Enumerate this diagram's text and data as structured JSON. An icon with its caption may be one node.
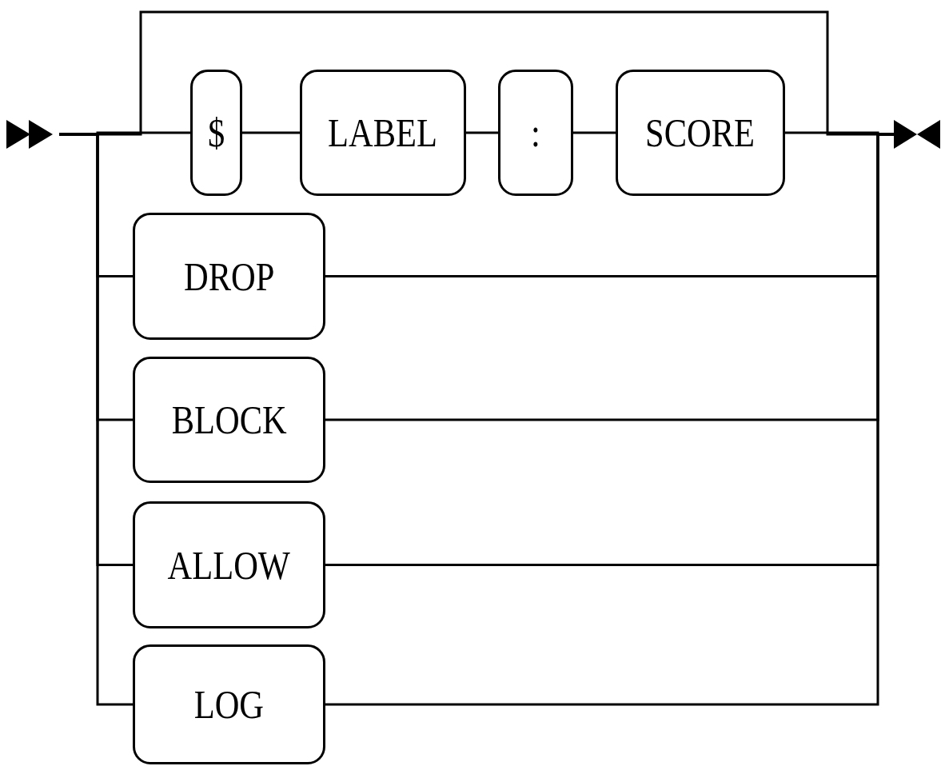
{
  "diagram": {
    "nodes": [
      {
        "text": [],
        "shape": "triangle"
      },
      {
        "text": [
          "$"
        ]
      },
      {
        "text": [
          "LABEL"
        ]
      },
      {
        "text": [
          ":"
        ]
      },
      {
        "text": [
          "SCORE"
        ]
      },
      {
        "text": [],
        "shape": "triangle"
      },
      {
        "text": [
          "DROP"
        ]
      },
      {
        "text": [
          "BLOCK"
        ]
      },
      {
        "text": [
          "ALLOW"
        ]
      },
      {
        "text": [
          "LOG"
        ]
      }
    ],
    "edges": [
      {
        "from": 0,
        "to": 1,
        "arrow": "none"
      },
      {
        "from": 1,
        "to": 2,
        "arrow": "none"
      },
      {
        "from": 2,
        "to": 3,
        "arrow": "none"
      },
      {
        "from": 3,
        "to": 4,
        "arrow": "none"
      },
      {
        "from": 4,
        "to": 5,
        "arrow": "none"
      },
      {
        "from": 0,
        "to": 5,
        "arrow": "none"
      },
      {
        "from": 0,
        "to": 6,
        "arrow": "none"
      },
      {
        "from": 6,
        "to": 5,
        "arrow": "none"
      },
      {
        "from": 0,
        "to": 7,
        "arrow": "none"
      },
      {
        "from": 7,
        "to": 5,
        "arrow": "none"
      },
      {
        "from": 0,
        "to": 8,
        "arrow": "none"
      },
      {
        "from": 8,
        "to": 5,
        "arrow": "none"
      },
      {
        "from": 0,
        "to": 9,
        "arrow": "none"
      },
      {
        "from": 9,
        "to": 5,
        "arrow": "none"
      }
    ]
  }
}
